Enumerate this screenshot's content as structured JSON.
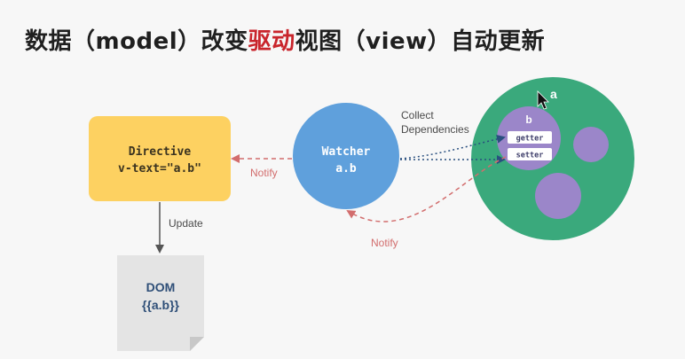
{
  "title": {
    "part1": "数据（model）改变",
    "highlight": "驱动",
    "part2": "视图（view）自动更新"
  },
  "directive": {
    "line1": "Directive",
    "line2": "v-text=\"a.b\""
  },
  "watcher": {
    "line1": "Watcher",
    "line2": "a.b"
  },
  "dom": {
    "line1": "DOM",
    "line2": "{{a.b}}"
  },
  "data_object": {
    "outer_label": "a",
    "inner_label": "b",
    "getter_label": "getter",
    "setter_label": "setter"
  },
  "edges": {
    "collect_line1": "Collect",
    "collect_line2": "Dependencies",
    "notify_top": "Notify",
    "notify_bottom": "Notify",
    "update": "Update"
  },
  "colors": {
    "title_highlight": "#c9252c",
    "directive_fill": "#fdd161",
    "watcher_fill": "#5fa0dc",
    "data_fill": "#3aa97c",
    "inner_fill": "#9b86c9",
    "notify_arrow": "#d26d6d",
    "collect_arrow": "#294f7f",
    "update_arrow": "#555555",
    "dom_fill": "#e4e4e4"
  }
}
